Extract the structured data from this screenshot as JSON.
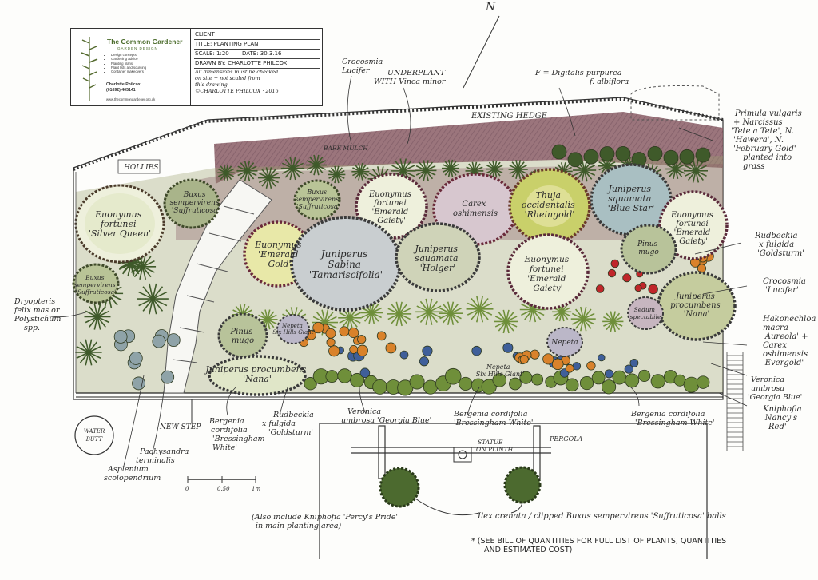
{
  "title_block": {
    "brand": "The Common Gardener",
    "sub": "GARDEN DESIGN",
    "services": [
      "Design concepts",
      "Gardening advice",
      "Planting plans",
      "Plant lists and sourcing",
      "Container makeovers"
    ],
    "name": "Charlotte Philcox",
    "phone": "(01692) 405141",
    "website": "www.thecommongardener.org.uk",
    "client": "CLIENT",
    "title": "TITLE: PLANTING PLAN",
    "scale": "SCALE: 1:20",
    "date": "DATE: 30.3.16",
    "drawn_by": "DRAWN BY: CHARLOTTE PHILCOX",
    "note_1": "All dimensions must be checked",
    "note_2": "on site + not scaled from",
    "note_3": "this drawing",
    "copyright": "©CHARLOTTE PHILCOX · 2016"
  },
  "north": "N",
  "site_labels": {
    "hedge": "EXISTING HEDGE",
    "bark": "BARK MULCH",
    "hollies": "HOLLIES",
    "step": "NEW STEP",
    "water_butt_1": "WATER",
    "water_butt_2": "BUTT",
    "statue_1": "STATUE",
    "statue_2": "ON PLINTH",
    "pergola": "PERGOLA",
    "scale_0": "0",
    "scale_mid": "0.50",
    "scale_end": "1m"
  },
  "plant_labels": {
    "euonymus_silver_1": "Euonymus",
    "euonymus_silver_2": "fortunei",
    "euonymus_silver_3": "'Silver Queen'",
    "buxus_1": "Buxus",
    "buxus_2": "sempervirens",
    "buxus_3": "'Suffruticosa'",
    "buxus_b_1": "Buxus",
    "buxus_b_2": "sempervirens",
    "buxus_b_3": "'Suffruticosa'",
    "buxus_c_1": "Buxus",
    "buxus_c_2": "sempervirens",
    "buxus_c_3": "'Suffruticosa'",
    "euonymus_gold_1": "Euonymus",
    "euonymus_gold_2": "'Emerald",
    "euonymus_gold_3": "Gold'",
    "euonymus_gaiety_a_1": "Euonymus",
    "euonymus_gaiety_a_2": "fortunei",
    "euonymus_gaiety_a_3": "'Emerald",
    "euonymus_gaiety_a_4": "Gaiety'",
    "carex_centre_1": "Carex",
    "carex_centre_2": "oshimensis",
    "thuja_1": "Thuja",
    "thuja_2": "occidentalis",
    "thuja_3": "'Rheingold'",
    "jsq_bluestar_1": "Juniperus",
    "jsq_bluestar_2": "squamata",
    "jsq_bluestar_3": "'Blue Star'",
    "euonymus_gaiety_b_1": "Euonymus",
    "euonymus_gaiety_b_2": "fortunei",
    "euonymus_gaiety_b_3": "'Emerald",
    "euonymus_gaiety_b_4": "Gaiety'",
    "pinus_right_1": "Pinus",
    "pinus_right_2": "mugo",
    "jsabina_1": "Juniperus",
    "jsabina_2": "Sabina",
    "jsabina_3": "'Tamariscifolia'",
    "jsq_holger_1": "Juniperus",
    "jsq_holger_2": "squamata",
    "jsq_holger_3": "'Holger'",
    "euonymus_gaiety_c_1": "Euonymus",
    "euonymus_gaiety_c_2": "fortunei",
    "euonymus_gaiety_c_3": "'Emerald",
    "euonymus_gaiety_c_4": "Gaiety'",
    "jproc_right_1": "Juniperus",
    "jproc_right_2": "procumbens",
    "jproc_right_3": "'Nana'",
    "pinus_left_1": "Pinus",
    "pinus_left_2": "mugo",
    "nepeta_left_1": "Nepeta",
    "nepeta_left_2": "'Six Hills Giant'",
    "jproc_left_1": "Juniperus procumbens",
    "jproc_left_2": "'Nana'",
    "sedum_1": "Sedum",
    "sedum_2": "spectabile",
    "nepeta_right": "Nepeta",
    "nepeta_front_1": "Nepeta",
    "nepeta_front_2": "'Six Hills Giant'"
  },
  "callouts": {
    "crocosmia_top_1": "Crocosmia",
    "crocosmia_top_2": "Lucifer",
    "vinca_1": "UNDERPLANT",
    "vinca_2": "WITH Vinca minor",
    "digitalis_1": "F = Digitalis purpurea",
    "digitalis_2": "f. albiflora",
    "primula_1": "Primula vulgaris",
    "primula_2": "+ Narcissus",
    "primula_3": "'Tete a Tete', N.",
    "primula_4": "'Hawera', N.",
    "primula_5": "'February Gold'",
    "primula_6": "planted into",
    "primula_7": "grass",
    "rudbeckia_r_1": "Rudbeckia",
    "rudbeckia_r_2": "x fulgida",
    "rudbeckia_r_3": "'Goldsturm'",
    "crocosmia_r_1": "Crocosmia",
    "crocosmia_r_2": "'Lucifer'",
    "hakone_1": "Hakonechloa",
    "hakone_2": "macra",
    "hakone_3": "'Aureola' +",
    "hakone_4": "Carex",
    "hakone_5": "oshimensis",
    "hakone_6": "'Evergold'",
    "veronica_r_1": "Veronica",
    "veronica_r_2": "umbrosa",
    "veronica_r_3": "'Georgia Blue'",
    "kniphofia_1": "Kniphofia",
    "kniphofia_2": "'Nancy's",
    "kniphofia_3": "Red'",
    "dryopteris_1": "Dryopteris",
    "dryopteris_2": "felix mas or",
    "dryopteris_3": "Polystichum",
    "dryopteris_4": "spp.",
    "bergenia_l_1": "Bergenia",
    "bergenia_l_2": "cordifolia",
    "bergenia_l_3": "'Bressingham",
    "bergenia_l_4": "White'",
    "rudbeckia_b_1": "Rudbeckia",
    "rudbeckia_b_2": "x fulgida",
    "rudbeckia_b_3": "'Goldsturm'",
    "veronica_b_1": "Veronica",
    "veronica_b_2": "umbrosa 'Georgia Blue'",
    "bergenia_m_1": "Bergenia cordifolia",
    "bergenia_m_2": "'Bressingham White'",
    "bergenia_r_1": "Bergenia cordifolia",
    "bergenia_r_2": "'Bressingham White'",
    "pachysandra_1": "Pachysandra",
    "pachysandra_2": "terminalis",
    "asplenium_1": "Asplenium",
    "asplenium_2": "scolopendrium",
    "ilex": "Ilex crenata / clipped Buxus sempervirens 'Suffruticosa' balls",
    "kniphofia_note_1": "(Also include Kniphofia 'Percy's Pride'",
    "kniphofia_note_2": "in main planting area)",
    "boq_1": "* (SEE BILL OF QUANTITIES FOR FULL LIST OF PLANTS, QUANTITIES",
    "boq_2": "AND ESTIMATED COST)"
  },
  "colors": {
    "mulch": "#8a5d66",
    "dark_green": "#3f5a2a",
    "mid_green": "#6f8f3a",
    "pale_green": "#c9d6a0",
    "yellow_green": "#cdd36a",
    "grey_blue": "#8fa3a8",
    "red": "#c0262a",
    "orange": "#d9822b",
    "blue": "#3f5f9a",
    "outline": "#3a2a2a"
  }
}
